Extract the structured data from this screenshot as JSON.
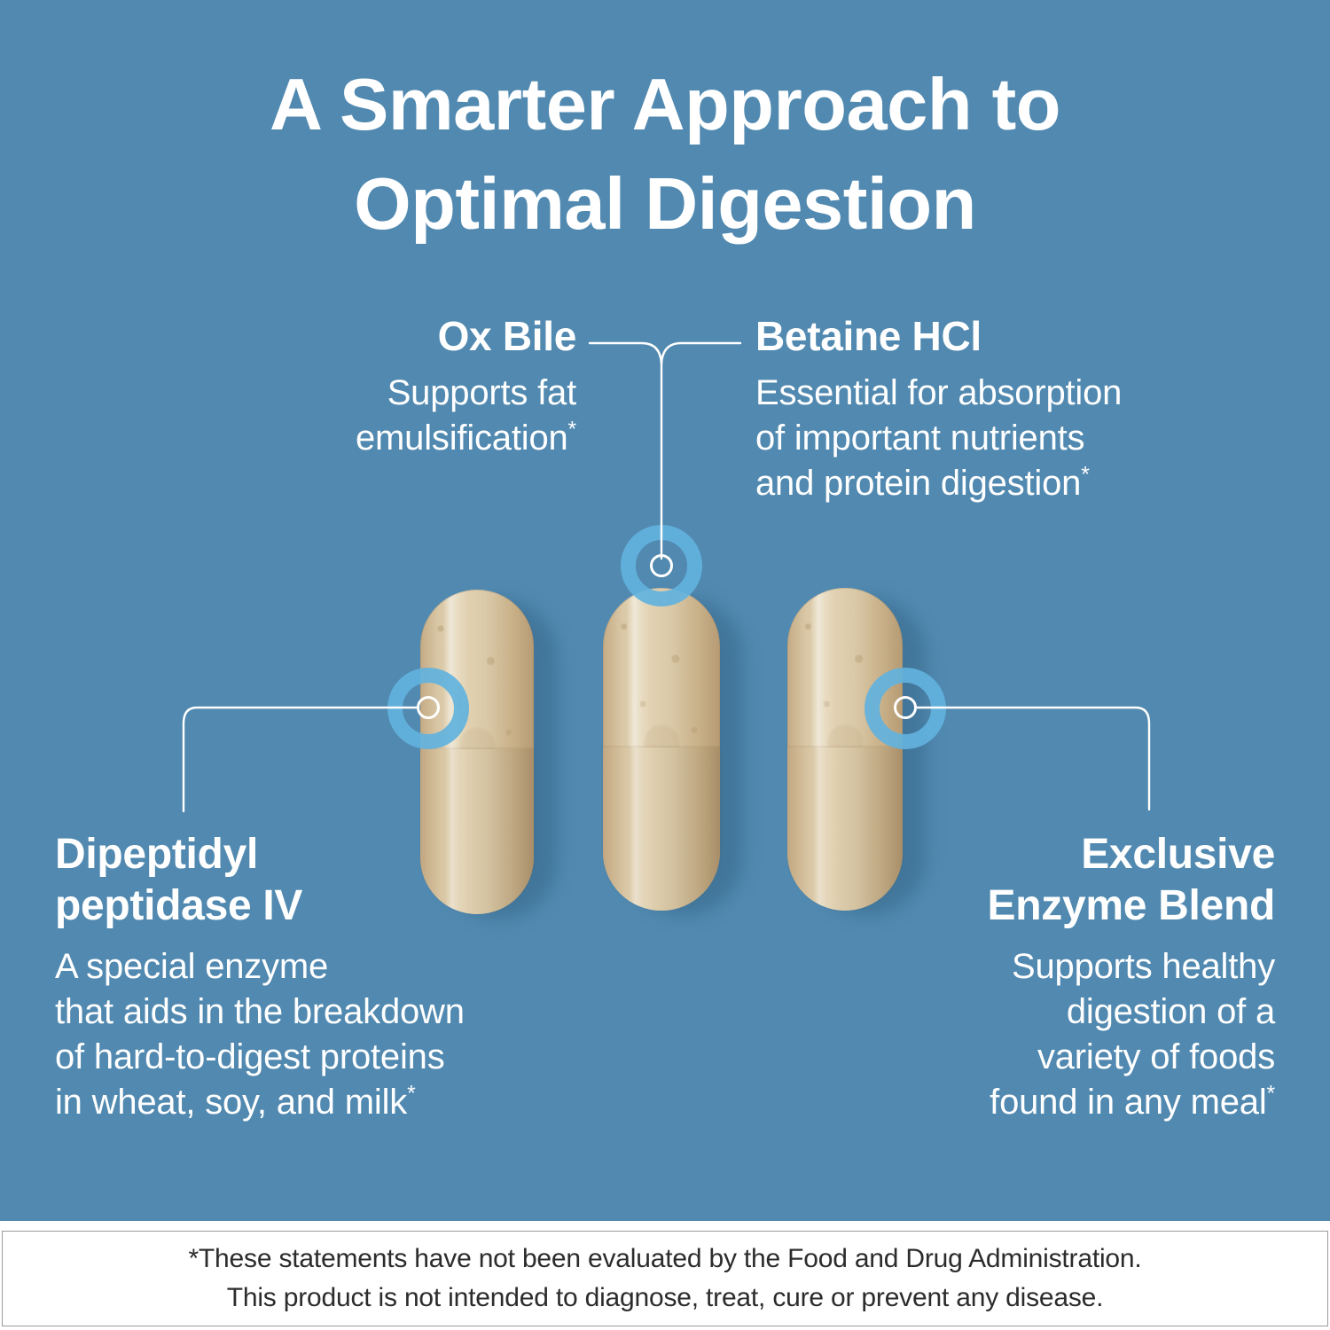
{
  "background_color": "#5189B0",
  "ring_color": "#62B2DD",
  "text_color": "#FFFFFF",
  "capsule_color": "#D9C7A5",
  "title": {
    "line1": "A Smarter Approach to",
    "line2": "Optimal Digestion"
  },
  "callouts": {
    "ox_bile": {
      "heading": "Ox Bile",
      "body_lines": [
        "Supports fat",
        "emulsification"
      ],
      "footnote_marker": "*"
    },
    "betaine_hcl": {
      "heading": "Betaine HCl",
      "body_lines": [
        "Essential for absorption",
        "of important nutrients",
        "and protein digestion"
      ],
      "footnote_marker": "*"
    },
    "dipeptidyl_peptidase_iv": {
      "heading_lines": [
        "Dipeptidyl",
        "peptidase IV"
      ],
      "body_lines": [
        "A special enzyme",
        "that aids in the breakdown",
        "of hard-to-digest proteins",
        "in wheat, soy, and milk"
      ],
      "footnote_marker": "*"
    },
    "exclusive_enzyme_blend": {
      "heading_lines": [
        "Exclusive",
        "Enzyme Blend"
      ],
      "body_lines": [
        "Supports healthy",
        "digestion of a",
        "variety of foods",
        "found in any meal"
      ],
      "footnote_marker": "*"
    }
  },
  "product_image": {
    "item_name": "capsule",
    "count": 3
  },
  "markers": {
    "top_center": "ring-marker-top-center",
    "left": "ring-marker-left",
    "right": "ring-marker-right"
  },
  "footer": {
    "line1": "*These statements have not been evaluated by the Food and Drug Administration.",
    "line2": "This product is not intended to diagnose, treat, cure or prevent any disease."
  }
}
